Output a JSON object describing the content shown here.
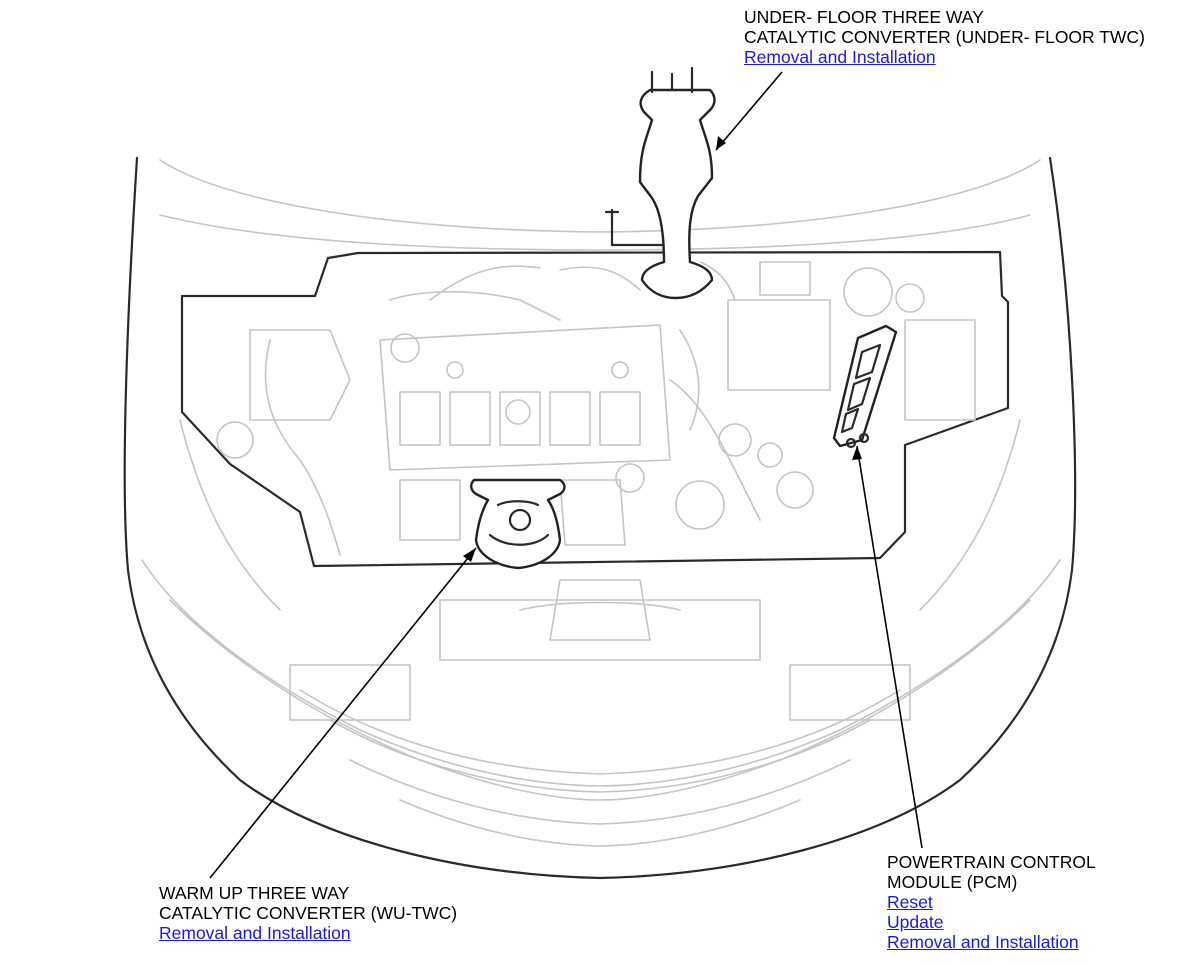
{
  "callouts": {
    "underfloor_twc": {
      "line1": "UNDER- FLOOR THREE WAY",
      "line2": "CATALYTIC CONVERTER (UNDER- FLOOR TWC)",
      "links": {
        "removal_installation": "Removal and Installation"
      }
    },
    "pcm": {
      "line1": "POWERTRAIN CONTROL",
      "line2": "MODULE (PCM)",
      "links": {
        "reset": "Reset",
        "update": "Update",
        "removal_installation": "Removal and Installation"
      }
    },
    "warmup_twc": {
      "line1": "WARM UP THREE WAY",
      "line2": "CATALYTIC CONVERTER (WU-TWC)",
      "links": {
        "removal_installation": "Removal and Installation"
      }
    }
  },
  "colors": {
    "link": "#1a1adc",
    "outline": "#2a2a2a",
    "faint_line": "#c4c4c4"
  }
}
